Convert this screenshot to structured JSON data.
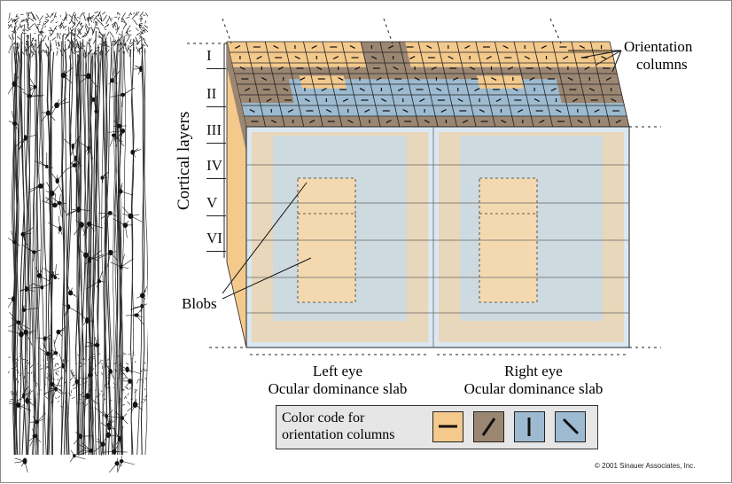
{
  "layers": [
    "I",
    "II",
    "III",
    "IV",
    "V",
    "VI"
  ],
  "axis_title": "Cortical layers",
  "orientation_label": [
    "Orientation",
    "columns"
  ],
  "blobs_label": "Blobs",
  "left_slab": [
    "Left eye",
    "Ocular dominance slab"
  ],
  "right_slab": [
    "Right eye",
    "Ocular dominance slab"
  ],
  "legend": {
    "text": [
      "Color code for",
      "orientation columns"
    ],
    "swatches": [
      {
        "color": "#f3c98c",
        "icon": "horizontal-bar-icon"
      },
      {
        "color": "#9b8672",
        "icon": "oblique-right-bar-icon"
      },
      {
        "color": "#9dbad0",
        "icon": "vertical-bar-icon"
      },
      {
        "color": "#9dbad0",
        "icon": "oblique-left-bar-icon"
      }
    ]
  },
  "colors": {
    "orange": "#f3c98c",
    "brown": "#9b8672",
    "blue": "#9dbad0",
    "ink": "#111111"
  },
  "copyright": "© 2001 Sinauer Associates, Inc."
}
